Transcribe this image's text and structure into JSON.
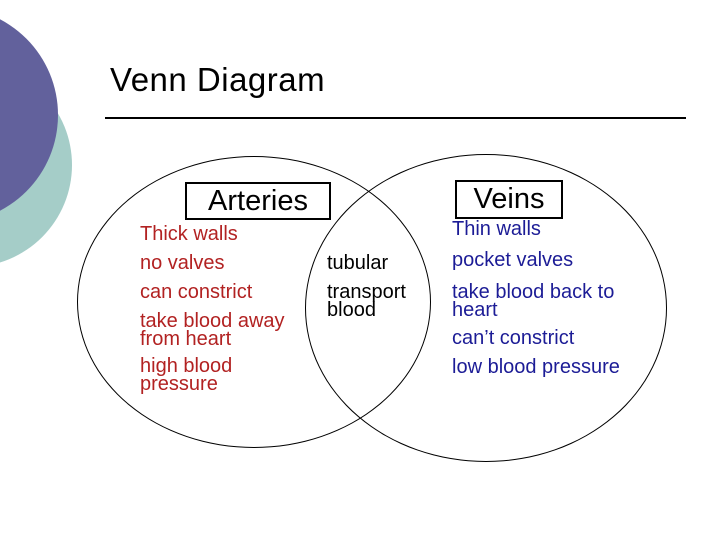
{
  "title": "Venn Diagram",
  "venn": {
    "left": {
      "label": "Arteries",
      "items": [
        "Thick walls",
        "no valves",
        "can constrict",
        "take blood away\nfrom heart",
        "high blood\npressure"
      ]
    },
    "shared": {
      "items": [
        "tubular",
        "transport\nblood"
      ]
    },
    "right": {
      "label": "Veins",
      "items": [
        "Thin walls",
        "pocket valves",
        "take blood back to\nheart",
        "can’t constrict",
        "low blood pressure"
      ]
    }
  },
  "colors": {
    "artery_text": "#b22222",
    "vein_text": "#1c1c96",
    "shared_text": "#000000",
    "decor_purple": "#62619c",
    "decor_teal": "#a5cdc8"
  }
}
